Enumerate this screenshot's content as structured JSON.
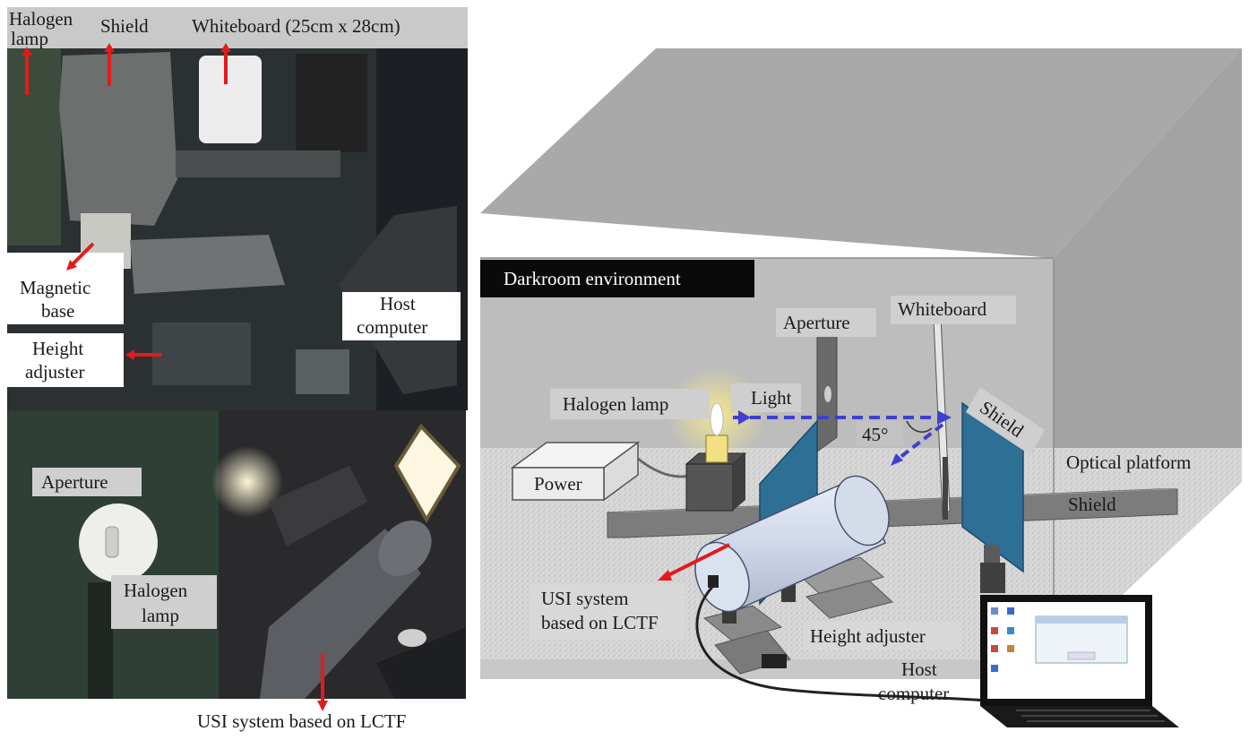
{
  "photo_labels": {
    "halogen_lamp_top": [
      "Halogen",
      "lamp"
    ],
    "shield": "Shield",
    "whiteboard_size": "Whiteboard (25cm x 28cm)",
    "magnetic_base": [
      "Magnetic",
      "base"
    ],
    "height_adjuster": [
      "Height",
      "adjuster"
    ],
    "host_computer": [
      "Host",
      "computer"
    ],
    "aperture": "Aperture",
    "halogen_lamp_bottom": [
      "Halogen",
      "lamp"
    ],
    "usi_system": "USI system based on LCTF"
  },
  "diagram_labels": {
    "darkroom": "Darkroom environment",
    "aperture": "Aperture",
    "whiteboard": "Whiteboard",
    "halogen_lamp": "Halogen lamp",
    "light": "Light",
    "angle": "45°",
    "shield_panel": "Shield",
    "optical_platform": "Optical platform",
    "power": "Power",
    "shield_rail": "Shield",
    "usi_system": [
      "USI system",
      "based on LCTF"
    ],
    "height_adjuster": "Height adjuster",
    "host_computer": [
      "Host",
      "computer"
    ]
  },
  "colors": {
    "arrow_red": "#e31b1b",
    "light_beam": "#3f3fd0",
    "panel_blue": "#2e6f96",
    "label_bg": "#cfcfcf",
    "darkroom_bg": "#0a0a0a"
  }
}
